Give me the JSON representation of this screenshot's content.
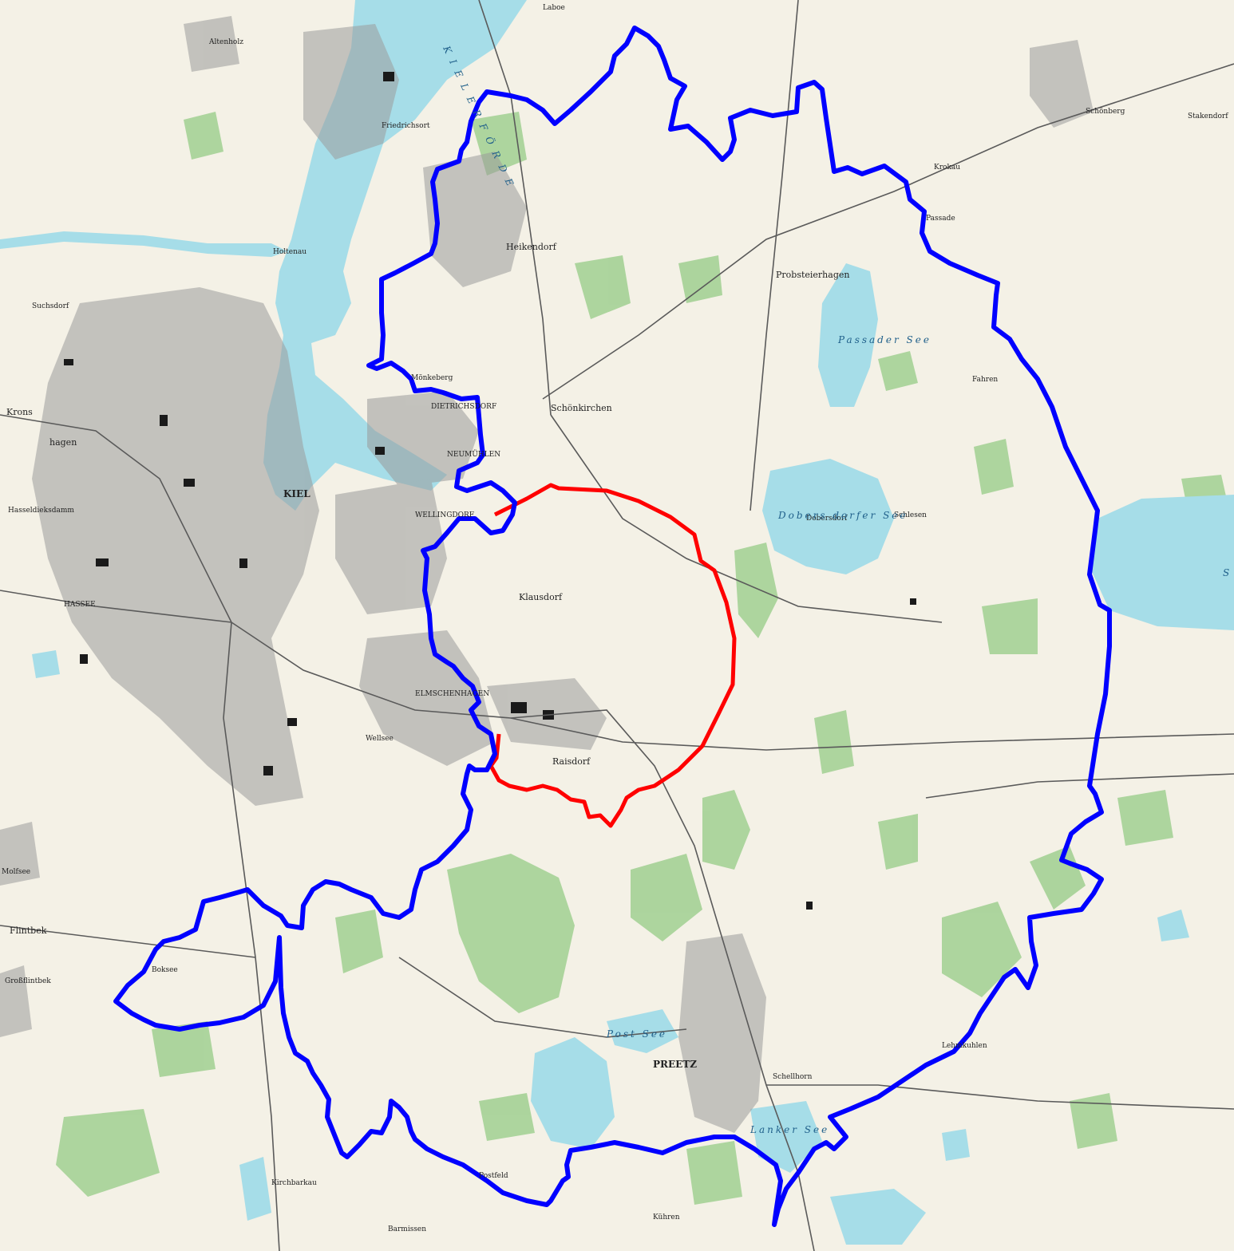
{
  "map": {
    "colors": {
      "land": "#f4f1e6",
      "water": "#a6dde8",
      "forest": "#a9d39a",
      "urban": "#8a8a8a",
      "road": "#666666",
      "outer_boundary": "#0000ff",
      "inner_boundary": "#ff0000"
    },
    "places": {
      "kiel": "KIEL",
      "preetz": "PREETZ",
      "heikendorf": "Heikendorf",
      "schoenkirchen": "Schönkirchen",
      "klausdorf": "Klausdorf",
      "raisdorf": "Raisdorf",
      "probsteierhagen": "Probsteierhagen",
      "schoenberg": "Schönberg",
      "friedrichsort": "Friedrichsort",
      "altenholz": "Altenholz",
      "holtenau": "Holtenau",
      "molfsee": "Molfsee",
      "flintbek": "Flintbek",
      "grossflintbek": "Großflintbek",
      "kronshagen": "Krons",
      "hagen": "hagen",
      "suchsdorf": "Suchsdorf",
      "moenkeberg": "Mönkeberg",
      "dietrichsdorf": "DIETRICHSDORF",
      "neumuehlen": "NEUMÜHLEN",
      "wellingdorf": "WELLINGDORF",
      "elmschenhagen": "ELMSCHENHAGEN",
      "mettenhof": "Hasseldieksdamm",
      "hassee": "HASSEE",
      "gaarden": "Wellsee",
      "doebersdorf": "Dobersdorf",
      "schlesen": "Schlesen",
      "schellhorn": "Schellhorn",
      "lehmkuhlen": "Lehmkuhlen",
      "kirchbarkau": "Kirchbarkau",
      "boksee": "Boksee",
      "postfeld": "Postfeld",
      "kuehren": "Kühren",
      "barmissen": "Barmissen",
      "laboe": "Laboe",
      "stakendorf": "Stakendorf",
      "krokau": "Krokau",
      "passade": "Passade",
      "fahren": "Fahren"
    },
    "waters": {
      "foerde": "K I E L E R   F Ö R D E",
      "passader_see": "Passader See",
      "dobersdorfer_see": "Dobers dorfer See",
      "selenter_see": "S",
      "lanker_see": "Lanker See",
      "post_see": "Post See"
    }
  }
}
